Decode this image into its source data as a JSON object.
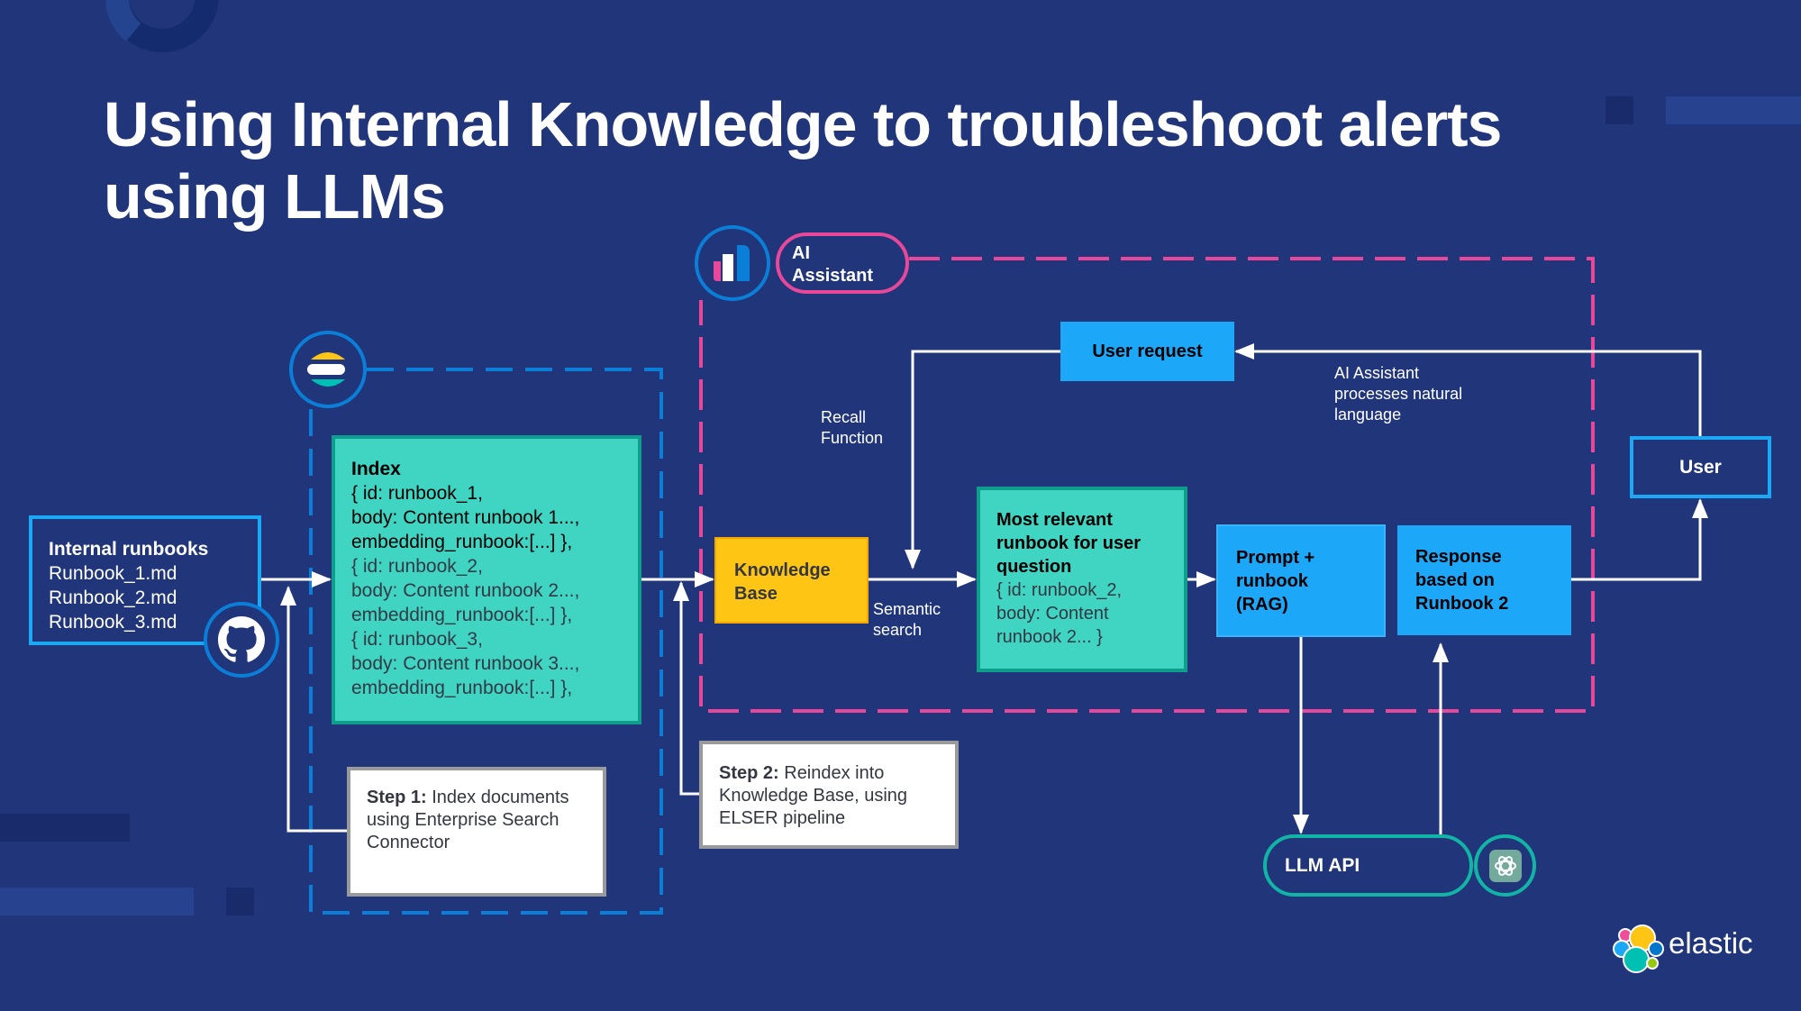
{
  "title": {
    "line1": "Using Internal Knowledge to troubleshoot alerts",
    "line2": "using LLMs"
  },
  "runbooks": {
    "heading": "Internal runbooks",
    "files": [
      "Runbook_1.md",
      "Runbook_2.md",
      "Runbook_3.md"
    ]
  },
  "index": {
    "heading": "Index",
    "lines": [
      "{  id: runbook_1,",
      "body: Content runbook 1...,",
      "embedding_runbook:[...] },",
      "{  id: runbook_2,",
      "body: Content runbook 2...,",
      "embedding_runbook:[...]  },",
      "{  id: runbook_3,",
      "body: Content runbook 3...,",
      "embedding_runbook:[...]  },"
    ]
  },
  "step1": {
    "bold": "Step 1:",
    "text": " Index documents using Enterprise Search Connector"
  },
  "step2": {
    "bold": "Step 2:",
    "text": " Reindex into Knowledge Base, using ELSER pipeline"
  },
  "ai_assistant": {
    "line1": "AI",
    "line2": "Assistant"
  },
  "knowledge_base": {
    "line1": "Knowledge",
    "line2": "Base"
  },
  "labels": {
    "recall": [
      "Recall",
      "Function"
    ],
    "semantic": [
      "Semantic",
      "search"
    ],
    "processes": [
      "AI Assistant",
      "processes natural",
      "language"
    ]
  },
  "relevant": {
    "heading": [
      "Most relevant",
      "runbook for user",
      "question"
    ],
    "lines": [
      "{  id: runbook_2,",
      "body: Content",
      "runbook 2... }"
    ]
  },
  "prompt": {
    "lines": [
      "Prompt +",
      "runbook",
      "(RAG)"
    ]
  },
  "response": {
    "lines": [
      "Response",
      "based on",
      "Runbook 2"
    ]
  },
  "user_request": "User request",
  "user": "User",
  "llm_api": "LLM API",
  "brand": "elastic",
  "icons": {
    "elastic_search": "elasticsearch-icon",
    "github": "github-icon",
    "ai_assistant": "ai-assistant-icon",
    "openai": "openai-icon",
    "elastic_logo": "elastic-logo-icon"
  },
  "colors": {
    "background": "#21357A",
    "teal": "#40D4C3",
    "blue": "#1DA7F8",
    "yellow": "#FEC514",
    "pink": "#E8489A",
    "outline_blue": "#1BA9F5"
  }
}
